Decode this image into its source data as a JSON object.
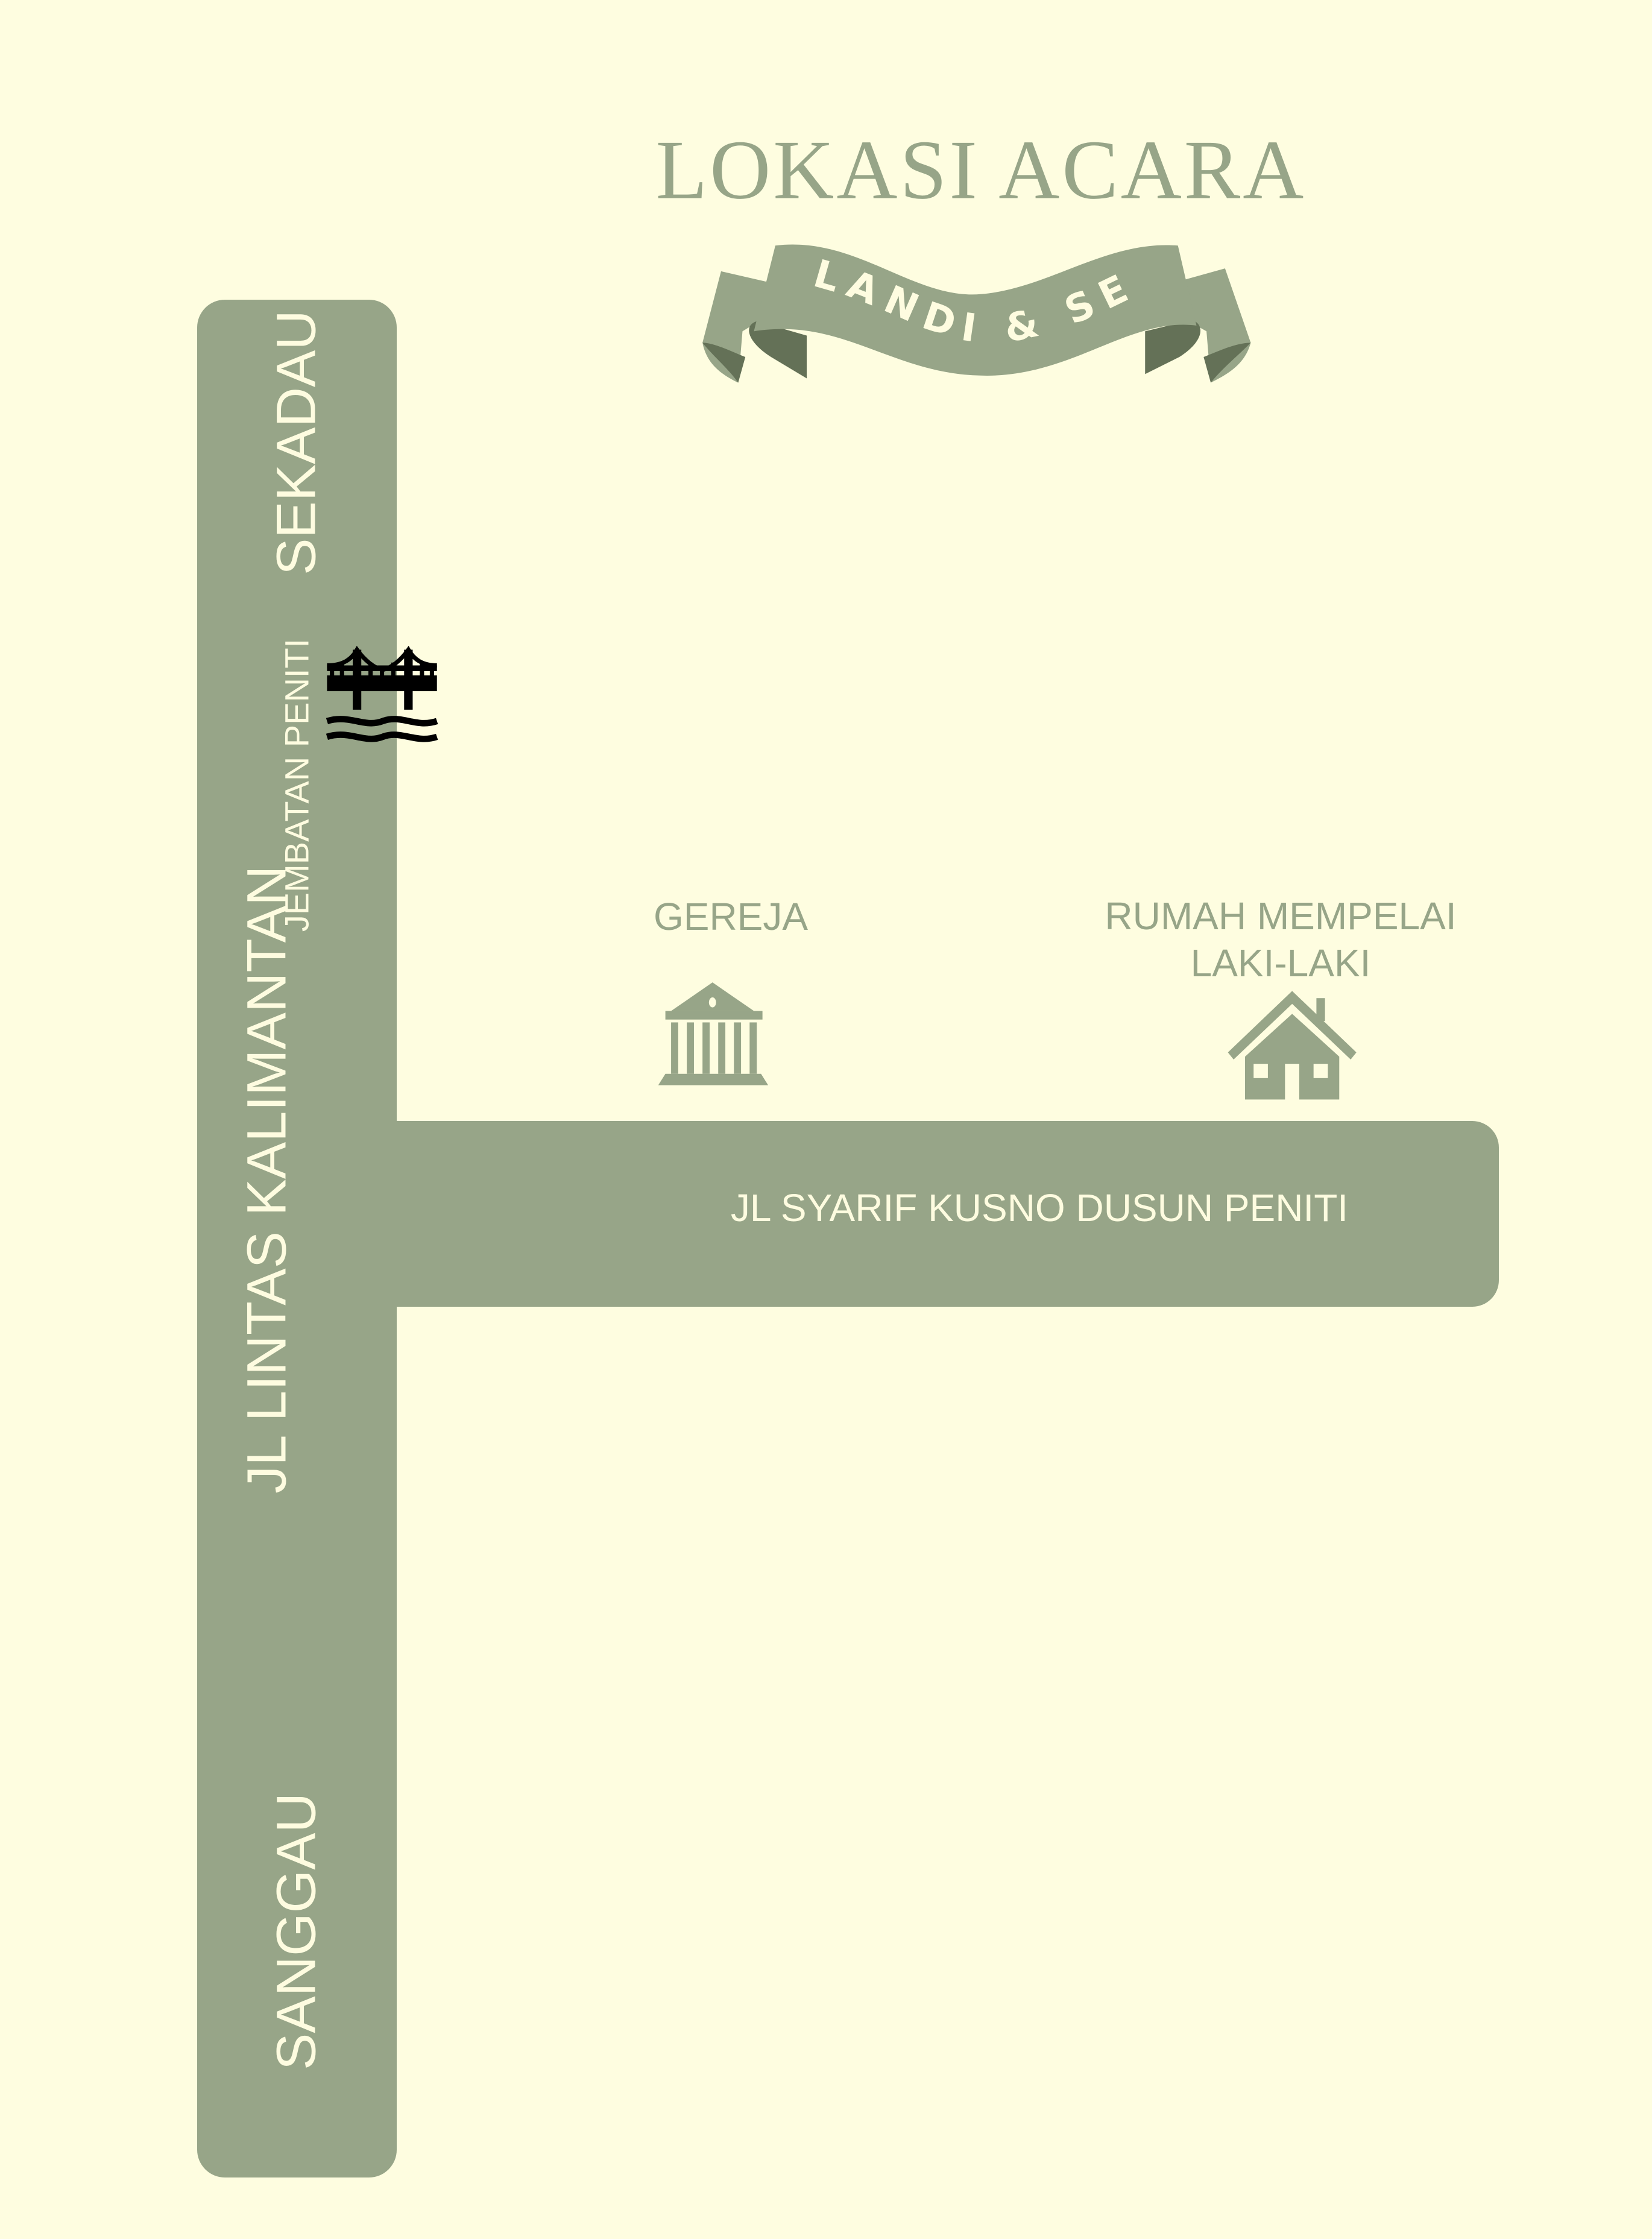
{
  "title": "LOKASI ACARA",
  "banner": {
    "text": "LANDI & SELA"
  },
  "roads": {
    "main": "JL LINTAS KALIMANTAN",
    "branch": "JL SYARIF KUSNO DUSUN PENITI",
    "north_end": "SEKADAU",
    "south_end": "SANGGAU"
  },
  "landmarks": {
    "bridge": {
      "label": "JEMBATAN PENITI",
      "icon": "bridge-icon"
    },
    "church": {
      "label": "GEREJA",
      "icon": "church-icon"
    },
    "house": {
      "label_line1": "RUMAH MEMPELAI",
      "label_line2": "LAKI-LAKI",
      "icon": "house-icon"
    }
  },
  "colors": {
    "background": "#FEFDE0",
    "road": "#97A588",
    "ribbon_dark": "#647157",
    "road_text": "#FEFCE0",
    "bridge": "#000000"
  }
}
